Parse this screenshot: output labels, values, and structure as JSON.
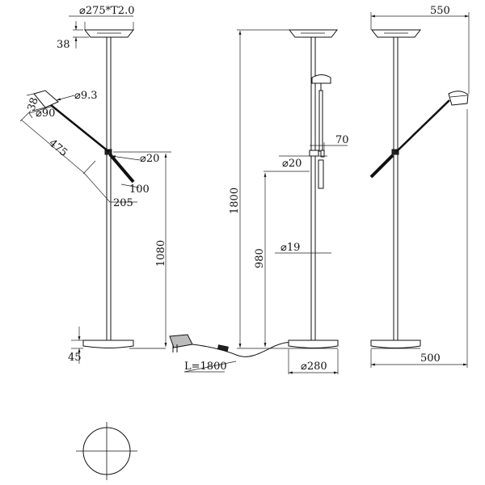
{
  "dimensions": {
    "reflector_diameter": "⌀275*T2.0",
    "reflector_height": "38",
    "reading_head_height": "38",
    "reading_head_wire": "⌀9.3",
    "reading_head_diameter": "⌀90",
    "arm_length": "475",
    "joint_diameter": "⌀20",
    "handle_length": "100",
    "arm_offset": "205",
    "joint_height": "1080",
    "base_height": "45",
    "cable_length": "L=1800",
    "total_height": "1800",
    "knob_offset": "70",
    "knob_diameter": "⌀20",
    "knob_height": "980",
    "pole_diameter": "⌀19",
    "base_diameter": "⌀280",
    "total_depth": "550",
    "base_depth": "500"
  },
  "colors": {
    "line": "#111111",
    "background": "#ffffff"
  }
}
